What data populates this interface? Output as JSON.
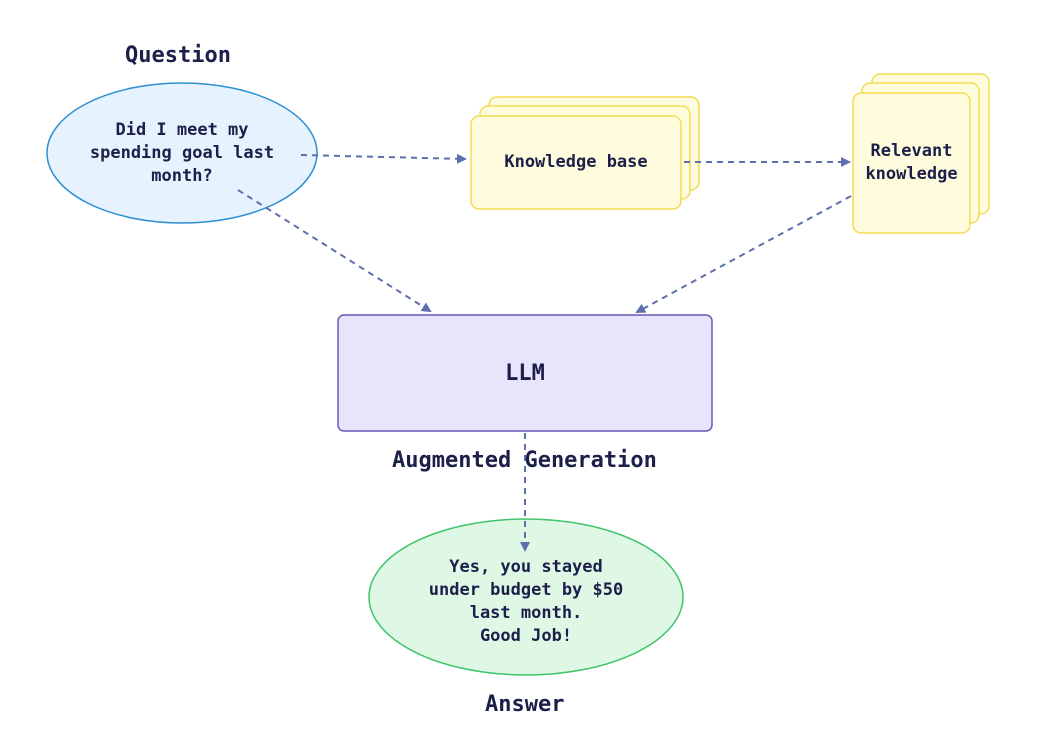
{
  "labels": {
    "question_title": "Question",
    "augmented_generation": "Augmented Generation",
    "answer_title": "Answer"
  },
  "nodes": {
    "question": "Did I meet my\nspending goal last\nmonth?",
    "knowledge_base": "Knowledge base",
    "relevant_knowledge": "Relevant\nknowledge",
    "llm": "LLM",
    "answer": "Yes, you stayed\nunder budget by $50\nlast month.\nGood Job!"
  },
  "colors": {
    "question_fill": "#e6f2fd",
    "question_stroke": "#2b8fd3",
    "doc_fill": "#fffbdd",
    "doc_stroke": "#f2dc56",
    "llm_fill": "#e8e4fc",
    "llm_stroke": "#6a58b8",
    "answer_fill": "#dff8e6",
    "answer_stroke": "#3ec46a",
    "arrow": "#5d6fae",
    "text": "#1c1f4a"
  }
}
